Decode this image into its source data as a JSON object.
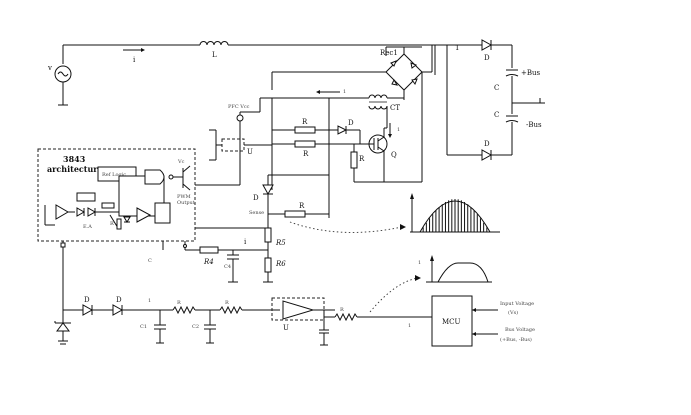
{
  "labels": {
    "vs": "v",
    "is": "i",
    "l": "L",
    "rec": "Rec1",
    "ct": "CT",
    "d_out": "D",
    "d_low": "D",
    "c_high": "C",
    "c_low": "C",
    "bus_plus": "+Bus",
    "bus_minus": "-Bus",
    "pfc_vcc": "PFC Vcc",
    "u1": "U",
    "q1": "Q",
    "r_a": "R",
    "r_b": "R",
    "r_c": "R",
    "r_d": "R",
    "d_a": "D",
    "d_b": "D",
    "ic_title_1": "3843",
    "ic_title_2": "architecture",
    "r5": "R5",
    "r6": "R6",
    "r4": "R4",
    "c4": "C4",
    "i_label": "i",
    "d_f1": "D",
    "d_f2": "D",
    "r_f1": "R",
    "r_f2": "R",
    "c_f1": "C1",
    "c_f2": "C2",
    "u_amp": "U",
    "r_out": "R",
    "mcu": "MCU",
    "input_voltage_1": "Input Voltage",
    "input_voltage_2": "(V",
    "bus_voltage_1": "Bus Voltage",
    "bus_voltage_2": "(+Bus, -Bus)"
  }
}
